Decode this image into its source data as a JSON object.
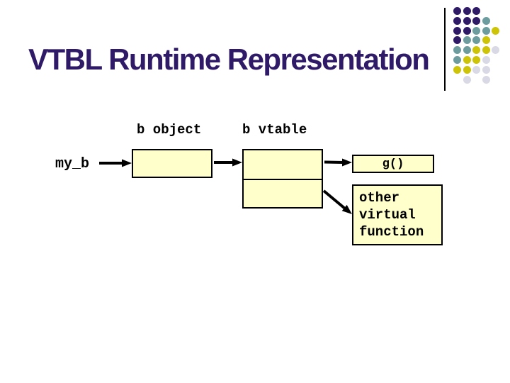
{
  "slide": {
    "title": "VTBL Runtime Representation"
  },
  "diagram": {
    "pointer_label": "my_b",
    "object_box_label": "b object",
    "vtable_box_label": "b vtable",
    "g_function_label": "g()",
    "other_function_lines": [
      "other",
      "virtual",
      "function"
    ]
  },
  "colors": {
    "title_text": "#2E1A66",
    "diagram_text": "#000000",
    "box_fill": "#FFFFCC",
    "box_border": "#000000",
    "arrow": "#000000",
    "divider_line": "#000000",
    "dot_purple": "#2E1A66",
    "dot_teal": "#6C9C9E",
    "dot_yellow": "#CDC408",
    "dot_gray": "#D9D9E6"
  },
  "decor": {
    "dot_pattern": [
      [
        "purple",
        "purple",
        "purple"
      ],
      [
        "purple",
        "purple",
        "purple",
        "teal"
      ],
      [
        "purple",
        "purple",
        "teal",
        "teal",
        "yellow"
      ],
      [
        "purple",
        "teal",
        "teal",
        "yellow"
      ],
      [
        "teal",
        "teal",
        "yellow",
        "yellow",
        "gray"
      ],
      [
        "teal",
        "yellow",
        "yellow",
        "gray"
      ],
      [
        "yellow",
        "yellow",
        "gray",
        "gray"
      ],
      [
        null,
        "gray",
        null,
        "gray"
      ]
    ]
  }
}
